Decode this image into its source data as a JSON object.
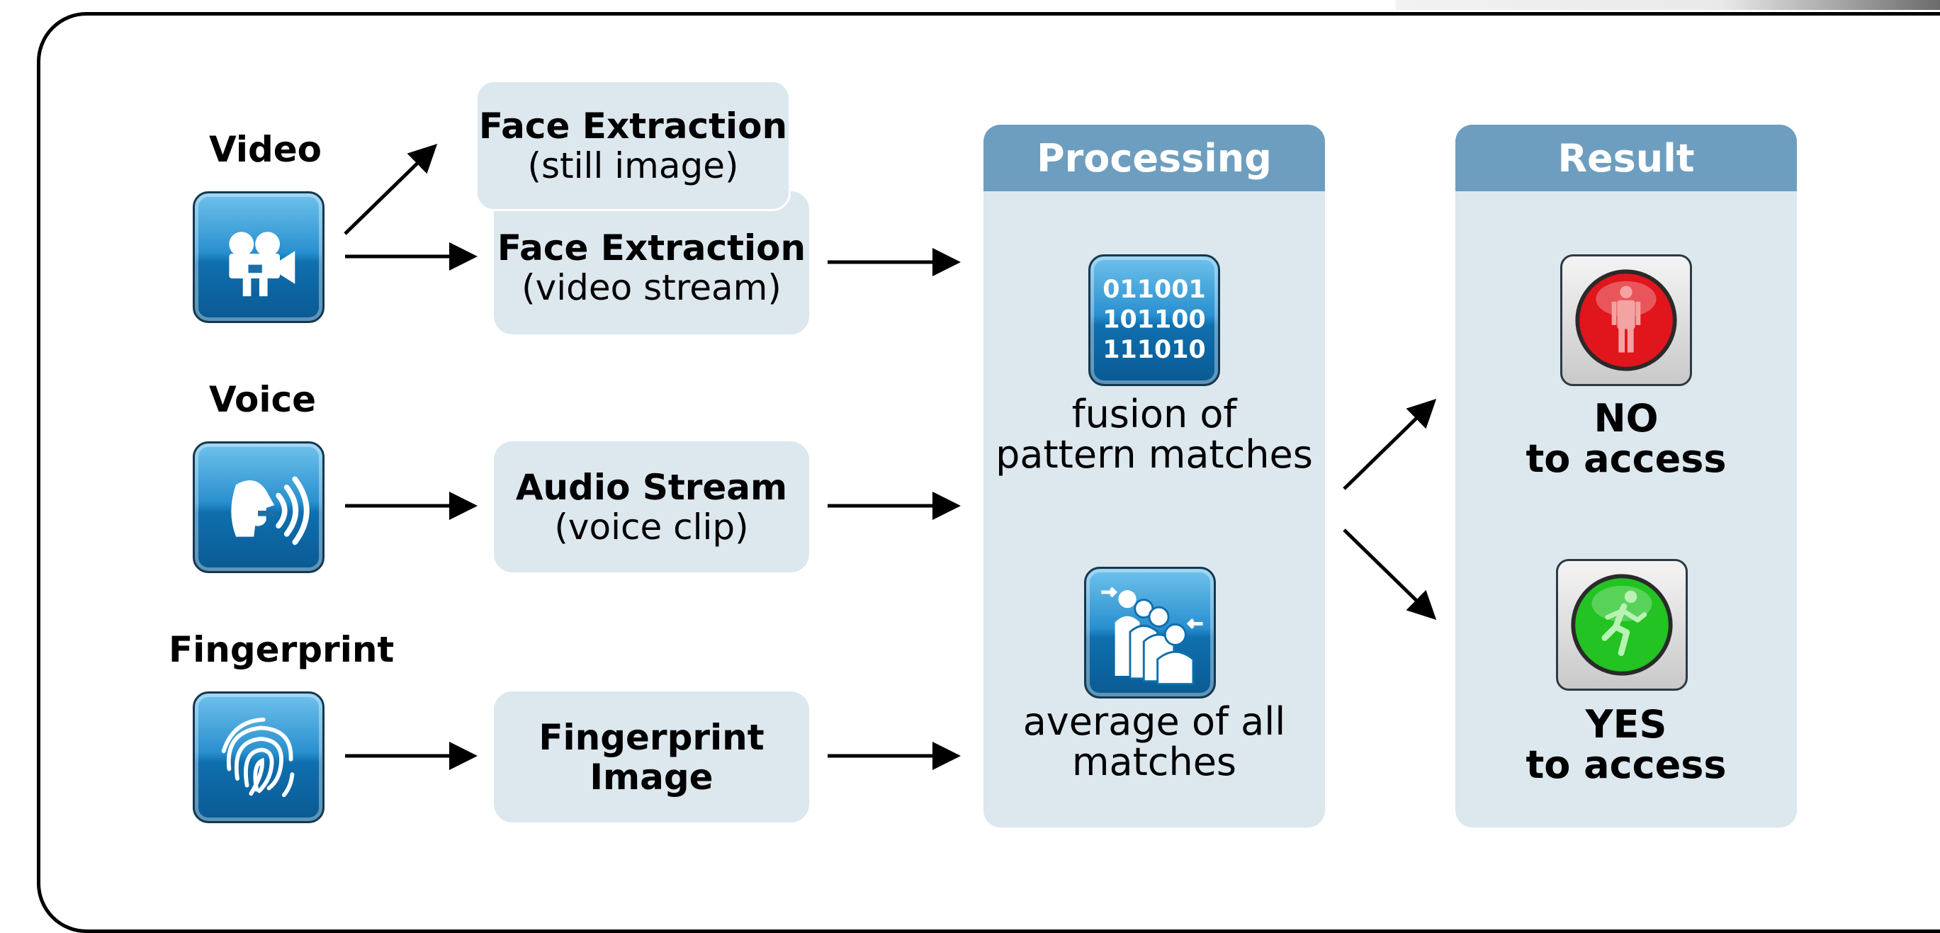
{
  "sources": {
    "video": "Video",
    "voice": "Voice",
    "fingerprint": "Fingerprint"
  },
  "extraction": {
    "face_still": {
      "title": "Face Extraction",
      "sub": "(still image)"
    },
    "face_video": {
      "title": "Face Extraction",
      "sub": "(video stream)"
    },
    "audio": {
      "title": "Audio Stream",
      "sub": "(voice clip)"
    },
    "fingerprint": {
      "line1": "Fingerprint",
      "line2": "Image"
    }
  },
  "processing": {
    "header": "Processing",
    "binary": [
      "011001",
      "101100",
      "111010"
    ],
    "fusion": [
      "fusion of",
      "pattern matches"
    ],
    "average": [
      "average of all",
      "matches"
    ]
  },
  "result": {
    "header": "Result",
    "no": [
      "NO",
      "to access"
    ],
    "yes": [
      "YES",
      "to access"
    ]
  },
  "colors": {
    "tile_blue": "#1f7fc0",
    "box_fill": "#dce7ee",
    "header_fill": "#6e9ebf",
    "stop_red": "#e0161c",
    "go_green": "#22c322"
  }
}
